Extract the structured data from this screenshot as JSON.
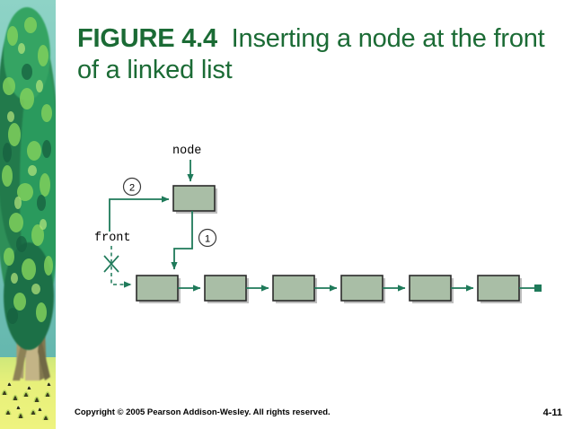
{
  "slide": {
    "title_figure": "FIGURE 4.4",
    "title_rest": "Inserting a node at the front of a linked list",
    "background_color": "#ffffff",
    "title_color": "#1b6b35"
  },
  "sidebar_image": {
    "name": "tree-painting",
    "description": "painted green tree with trunk over teal sky and yellow-green meadow",
    "sky_color": "#7fc9bd",
    "foliage_color": "#2f9c5f",
    "foliage_highlight": "#86d35f",
    "foliage_shadow": "#1d6b49",
    "trunk_color": "#b9a877",
    "trunk_shadow": "#6f6a4a",
    "meadow_color": "#e8ef74"
  },
  "diagram": {
    "name": "linked-list-insert-front",
    "node_fill": "#a9bea6",
    "node_stroke": "#2b2b2b",
    "node_shadow": "#b3b3b3",
    "arrow_color": "#1f7a5a",
    "dashed_color": "#1f7a5a",
    "circle_stroke": "#3a3a3a",
    "label_color": "#000000",
    "labels": {
      "node": "node",
      "front": "front"
    },
    "step_markers": [
      {
        "id": "step-1",
        "text": "1"
      },
      {
        "id": "step-2",
        "text": "2"
      }
    ],
    "new_node": {
      "name": "new-node-box"
    },
    "list_nodes": [
      {
        "name": "list-node-1"
      },
      {
        "name": "list-node-2"
      },
      {
        "name": "list-node-3"
      },
      {
        "name": "list-node-4"
      },
      {
        "name": "list-node-5"
      },
      {
        "name": "list-node-6"
      }
    ],
    "null_terminator": {
      "name": "null-terminator-square"
    },
    "broken_link": {
      "name": "broken-link-x-mark"
    }
  },
  "footer": {
    "copyright": "Copyright © 2005 Pearson Addison-Wesley. All rights reserved.",
    "page_number": "4-11"
  }
}
